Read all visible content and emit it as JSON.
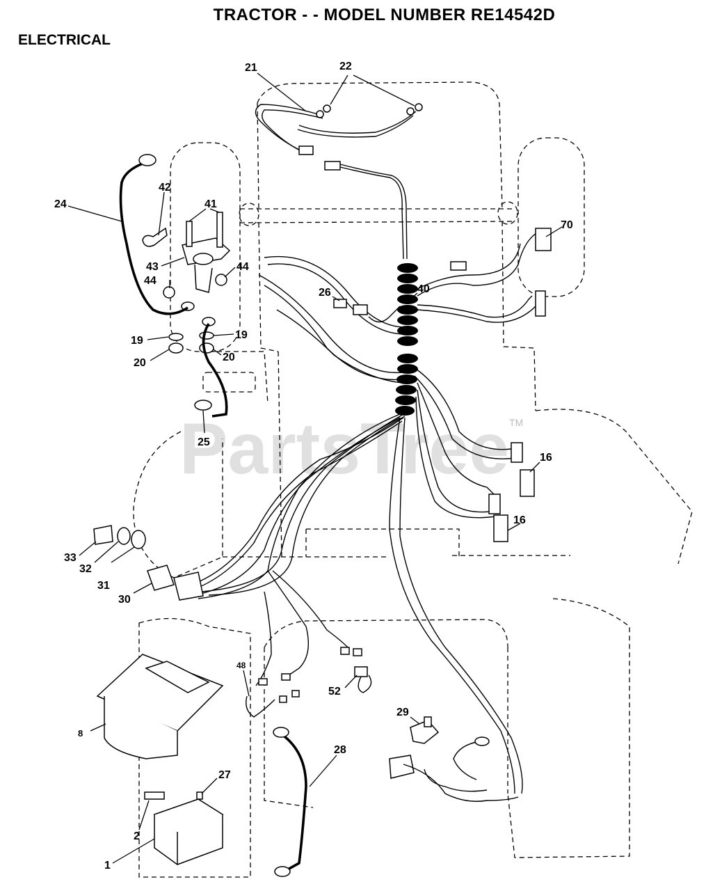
{
  "title": "TRACTOR - - MODEL NUMBER RE14542D",
  "section": "ELECTRICAL",
  "watermark": "PartsTree",
  "watermark_tm": "TM",
  "callouts": [
    {
      "label": "21"
    },
    {
      "label": "22"
    },
    {
      "label": "24"
    },
    {
      "label": "42"
    },
    {
      "label": "41"
    },
    {
      "label": "43"
    },
    {
      "label": "44"
    },
    {
      "label": "44"
    },
    {
      "label": "70"
    },
    {
      "label": "26"
    },
    {
      "label": "40"
    },
    {
      "label": "19"
    },
    {
      "label": "19"
    },
    {
      "label": "20"
    },
    {
      "label": "20"
    },
    {
      "label": "25"
    },
    {
      "label": "16"
    },
    {
      "label": "16"
    },
    {
      "label": "33"
    },
    {
      "label": "32"
    },
    {
      "label": "31"
    },
    {
      "label": "30"
    },
    {
      "label": "48"
    },
    {
      "label": "52"
    },
    {
      "label": "29"
    },
    {
      "label": "8"
    },
    {
      "label": "28"
    },
    {
      "label": "27"
    },
    {
      "label": "2"
    },
    {
      "label": "1"
    }
  ]
}
